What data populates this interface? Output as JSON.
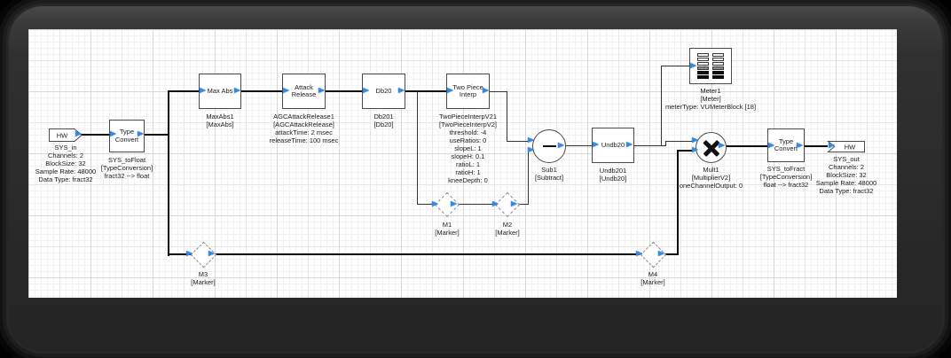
{
  "blocks": {
    "sys_in": {
      "title": "HW",
      "label": [
        "SYS_in",
        "Channels: 2",
        "BlockSize: 32",
        "Sample Rate: 48000",
        "Data Type: fract32"
      ]
    },
    "sys_tofloat": {
      "title": "Type\nConvert",
      "label": [
        "SYS_toFloat",
        "[TypeConversion]",
        "fract32 --> float"
      ]
    },
    "maxabs": {
      "title": "Max Abs",
      "label": [
        "MaxAbs1",
        "[MaxAbs]"
      ]
    },
    "attack_release": {
      "title": "Attack\nRelease",
      "label": [
        "AGCAttackRelease1",
        "[AGCAttackRelease]",
        "attackTime: 2 msec",
        "releaseTime: 100 msec"
      ]
    },
    "db20": {
      "title": "Db20",
      "label": [
        "Db201",
        "[Db20]"
      ]
    },
    "two_piece": {
      "title": "Two Piece\nInterp",
      "label": [
        "TwoPieceInterpV21",
        "[TwoPieceInterpV2]",
        "threshold: -4",
        "useRatios: 0",
        "slopeL: 1",
        "slopeH: 0.1",
        "ratioL: 1",
        "ratioH: 1",
        "kneeDepth: 0"
      ]
    },
    "sub": {
      "glyph": "minus",
      "label": [
        "Sub1",
        "[Subtract]"
      ]
    },
    "undb20": {
      "title": "Undb20",
      "label": [
        "Undb201",
        "[Undb20]"
      ]
    },
    "meter": {
      "glyph": "vu-meter",
      "label": [
        "Meter1",
        "[Meter]",
        "meterType: VUMeterBlock [18]"
      ]
    },
    "mult": {
      "glyph": "multiply",
      "label": [
        "Mult1",
        "[MultiplierV2]",
        "oneChannelOutput: 0"
      ]
    },
    "sys_tofract": {
      "title": "Type\nConvert",
      "label": [
        "SYS_toFract",
        "[TypeConversion]",
        "float --> fract32"
      ]
    },
    "sys_out": {
      "title": "HW",
      "label": [
        "SYS_out",
        "Channels: 2",
        "BlockSize: 32",
        "Sample Rate: 48000",
        "Data Type: fract32"
      ]
    },
    "m1": {
      "label": [
        "M1",
        "[Marker]"
      ]
    },
    "m2": {
      "label": [
        "M2",
        "[Marker]"
      ]
    },
    "m3": {
      "label": [
        "M3",
        "[Marker]"
      ]
    },
    "m4": {
      "label": [
        "M4",
        "[Marker]"
      ]
    }
  },
  "colors": {
    "port_blue": "#2f8be6",
    "wire_thick": "#0a0a0a",
    "wire_thin": "#333333",
    "block_border": "#4a4a4a",
    "marker_dash": "#8a8a8a",
    "canvas_bg": "#ffffff",
    "frame": "#2e2e2e"
  }
}
